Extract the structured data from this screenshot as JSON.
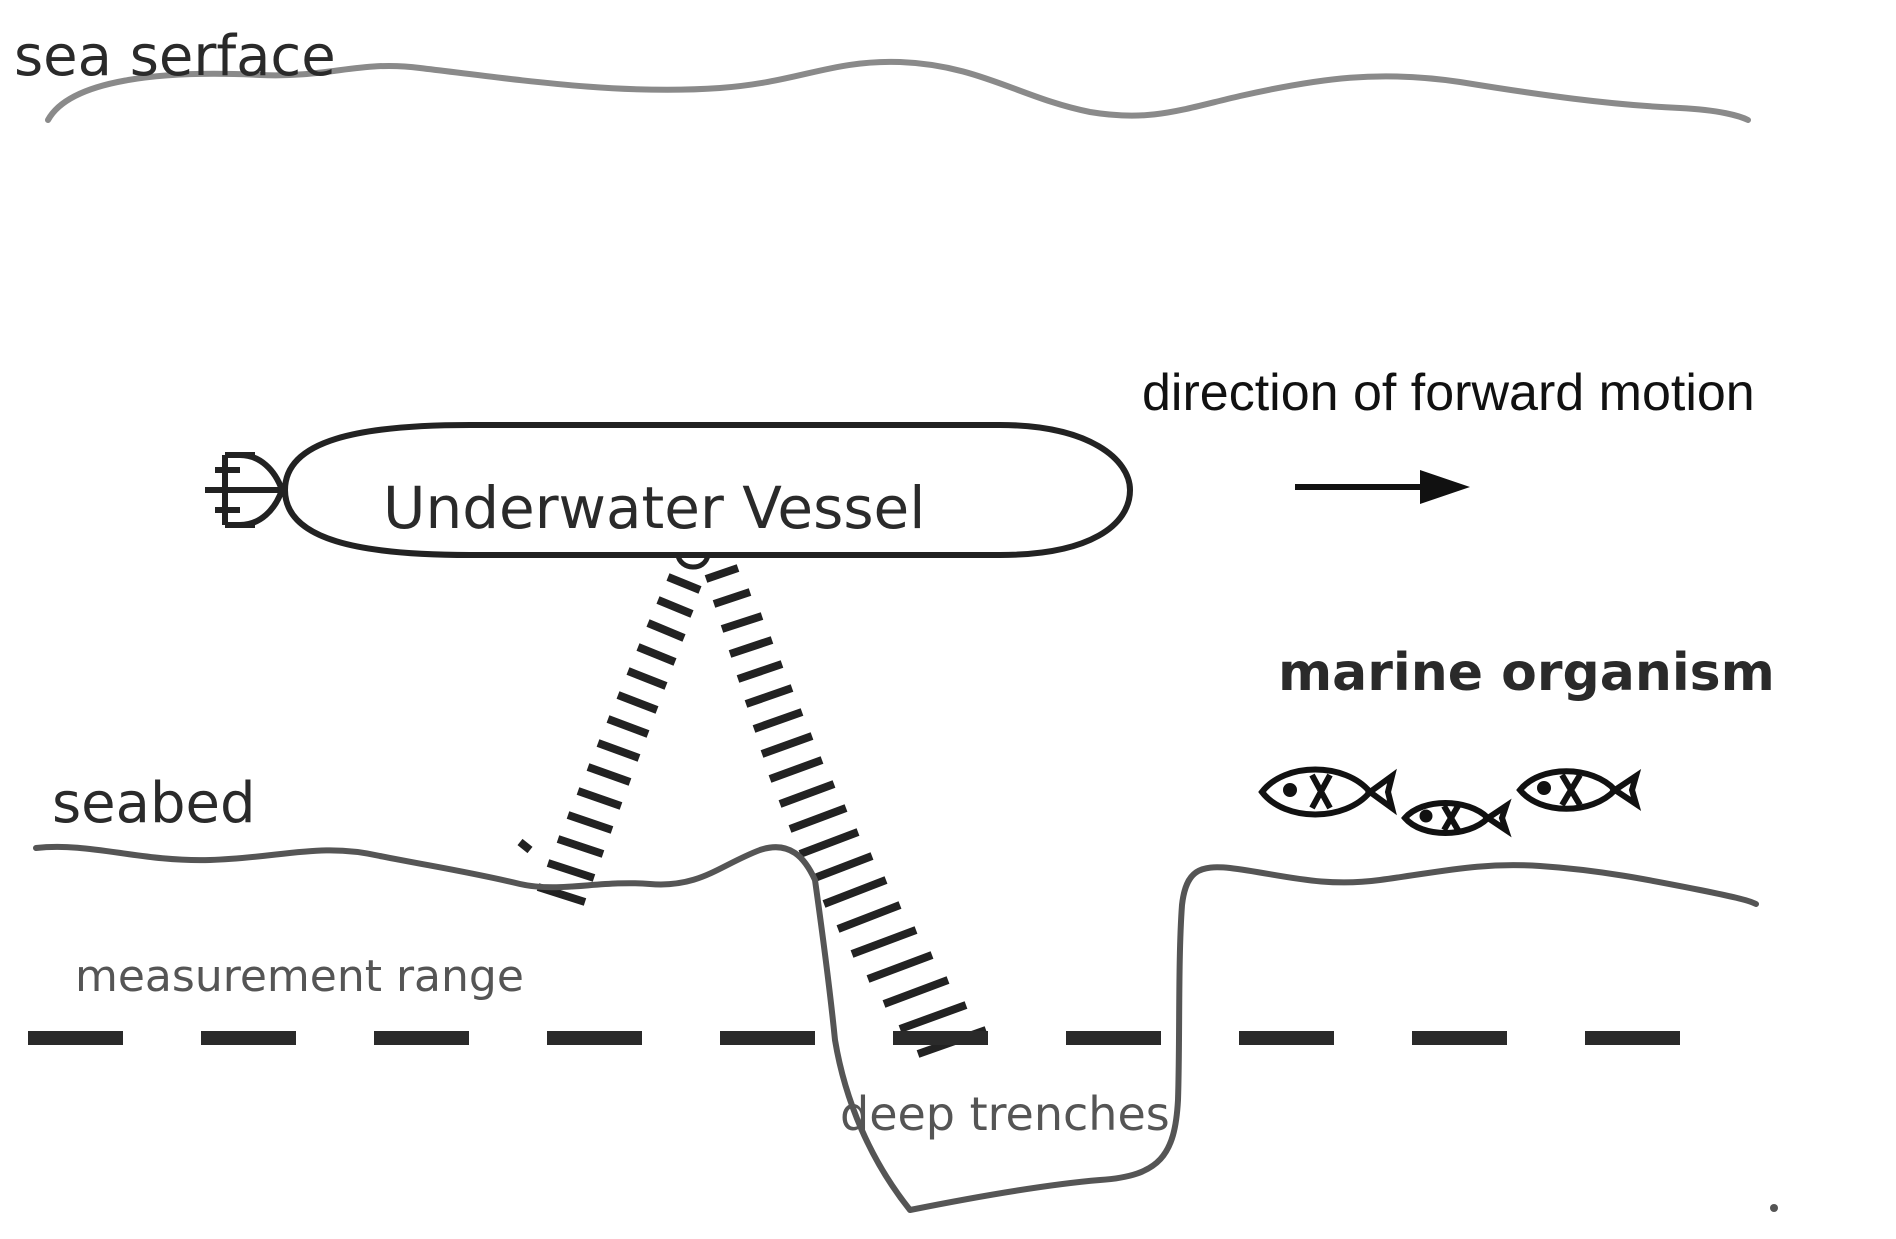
{
  "labels": {
    "sea_surface": "sea serface",
    "vessel": "Underwater Vessel",
    "direction": "direction of forward motion",
    "marine": "marine organism",
    "seabed": "seabed",
    "measurement_range": "measurement range",
    "trenches": "deep trenches"
  },
  "icons": {
    "vessel_hull": "ellipse-hull-icon",
    "propeller": "propeller-icon",
    "sonar": "sonar-beam-icon",
    "arrow": "right-arrow-icon",
    "fish": "fish-icon"
  },
  "colors": {
    "surface_line": "#8a8a8a",
    "seabed_line": "#555555",
    "ink": "#222222",
    "range_line": "#2a2a2a"
  }
}
